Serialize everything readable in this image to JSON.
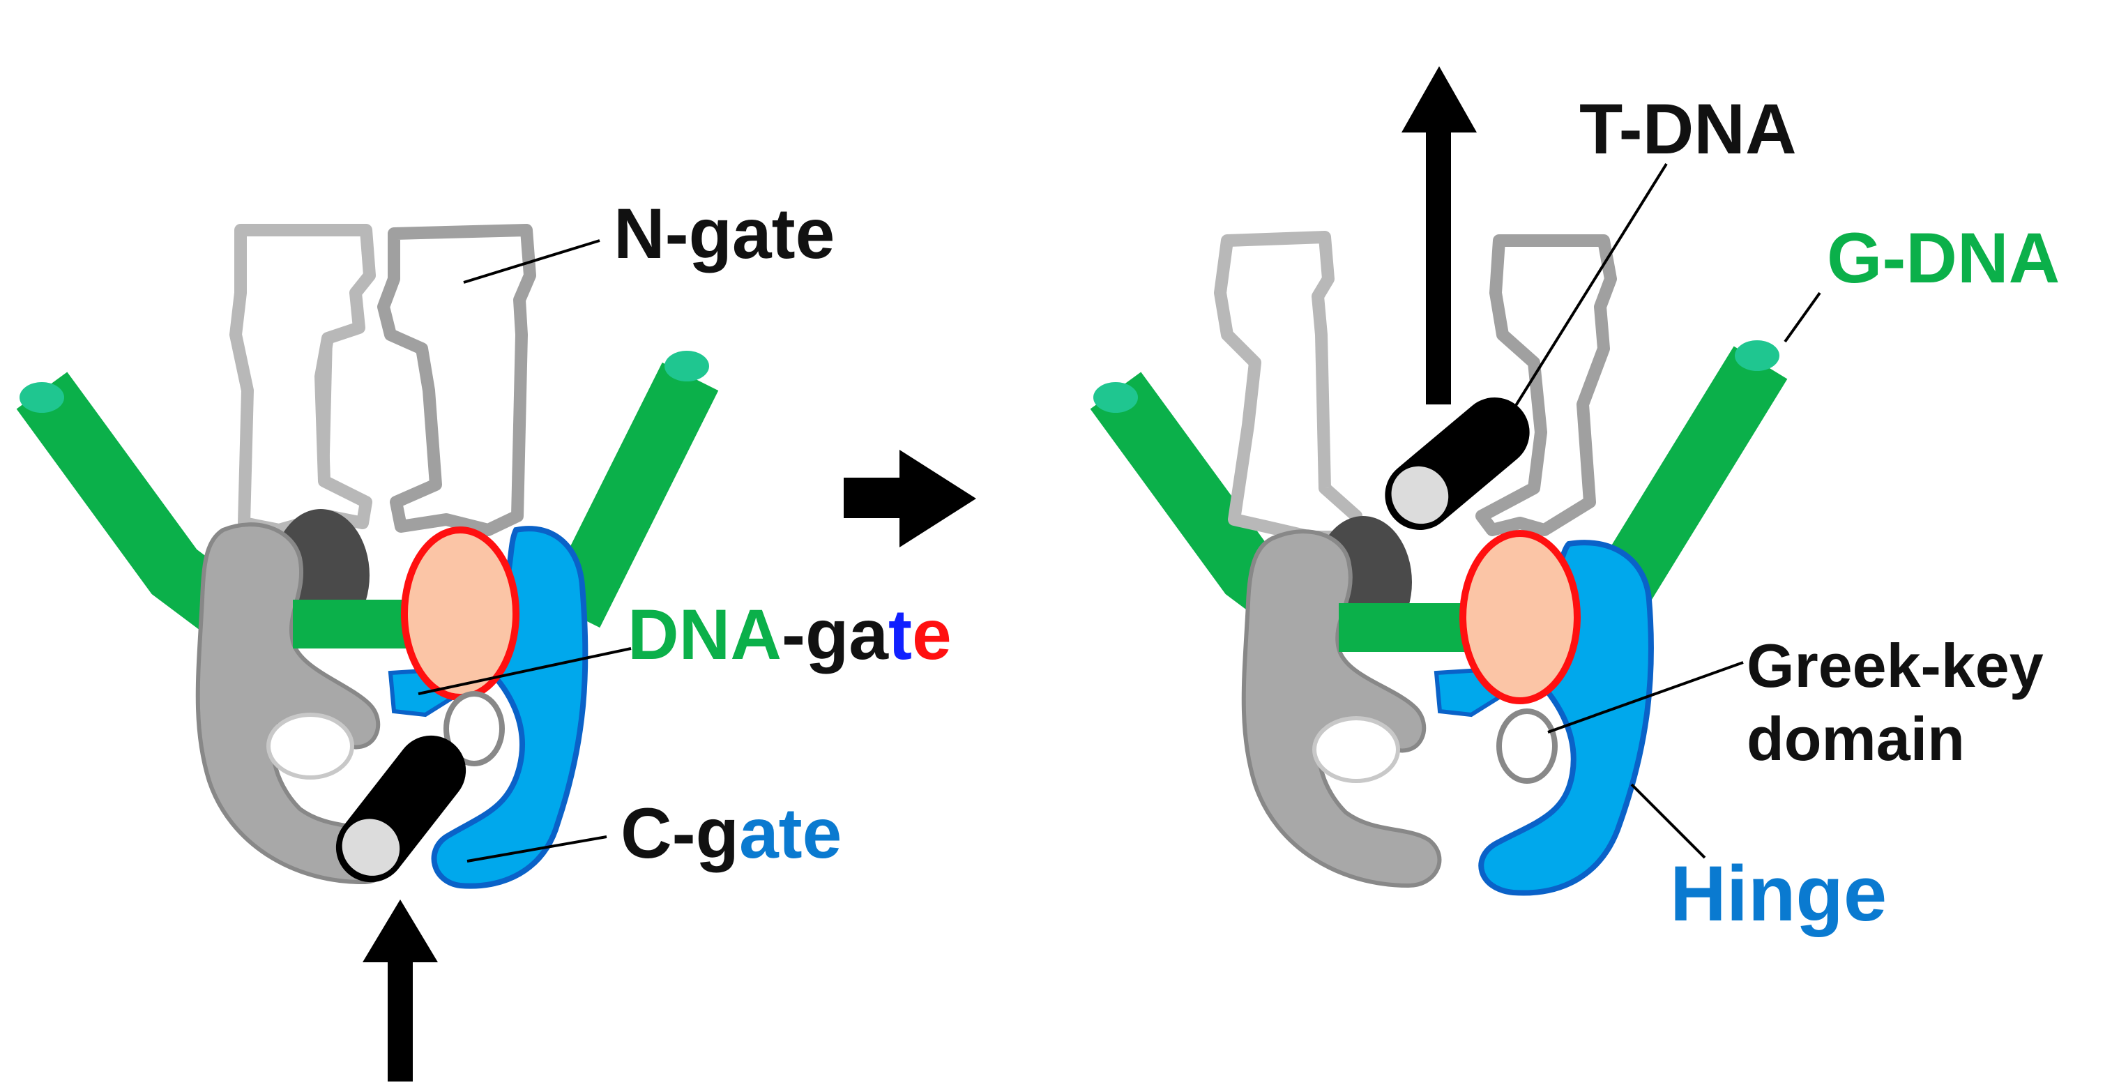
{
  "colors": {
    "dna_green": "#0bb04a",
    "dna_green_dark": "#0a9a3f",
    "dna_end_teal": "#1fc690",
    "gate_blue": "#00a8ec",
    "gate_blue_dark": "#0a62c8",
    "gate_red": "#ff1010",
    "core_peach": "#fbc5a6",
    "protein_gray": "#a8a8a8",
    "protein_gray_dark": "#888888",
    "ngate_outline": "#b0b0b0",
    "dark_domain": "#4a4a4a",
    "tdna_black": "#000000",
    "tdna_end": "#dcdcdc",
    "label_black": "#111111",
    "label_green": "#0bb04a",
    "label_blue": "#0a7ad0",
    "label_red": "#ff1010",
    "label_blue_dark": "#1020ff"
  },
  "labels": {
    "n_gate": "N-gate",
    "dna_gate_dna": "DNA",
    "dna_gate_ga": "-ga",
    "dna_gate_t": "t",
    "dna_gate_e": "e",
    "c_gate_cg": "C-g",
    "c_gate_ate": "ate",
    "t_dna": "T-DNA",
    "g_dna": "G-DNA",
    "greek_key_line1": "Greek-key",
    "greek_key_line2": "domain",
    "hinge": "Hinge"
  },
  "arrows": {
    "left_entry": "up-arrow",
    "transition": "right-arrow",
    "right_exit": "up-arrow"
  }
}
